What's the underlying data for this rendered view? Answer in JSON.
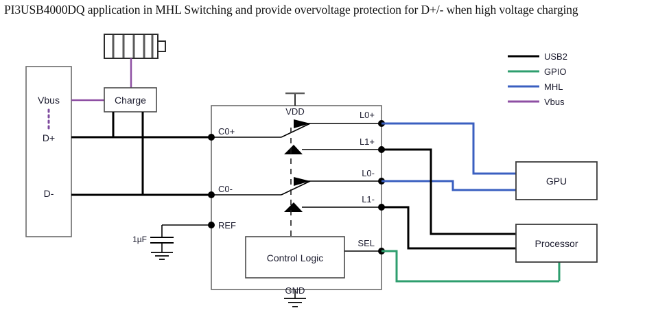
{
  "title": "PI3USB4000DQ application in MHL Switching and provide overvoltage protection for D+/- when high voltage charging",
  "colors": {
    "usb2": "#000000",
    "gpio": "#2e9e6e",
    "mhl": "#3a5fc0",
    "vbus": "#8e4fa3",
    "outline": "#555555",
    "text": "#1b1b2e"
  },
  "legend": {
    "items": [
      {
        "label": "USB2",
        "color_key": "usb2"
      },
      {
        "label": "GPIO",
        "color_key": "gpio"
      },
      {
        "label": "MHL",
        "color_key": "mhl"
      },
      {
        "label": "Vbus",
        "color_key": "vbus"
      }
    ]
  },
  "connector": {
    "name": "usb-connector",
    "pins": [
      "Vbus",
      "D+",
      "D-"
    ]
  },
  "charger": {
    "label": "Charge",
    "battery": {
      "cells": 5
    }
  },
  "capacitor": {
    "label": "1µF"
  },
  "ic": {
    "power_pin": "VDD",
    "ground_pin": "GND",
    "left_pins": [
      "C0+",
      "C0-",
      "REF"
    ],
    "right_pins": [
      "L0+",
      "L1+",
      "L0-",
      "L1-",
      "SEL"
    ],
    "control_block": "Control Logic"
  },
  "targets": [
    {
      "label": "GPU"
    },
    {
      "label": "Processor"
    }
  ]
}
